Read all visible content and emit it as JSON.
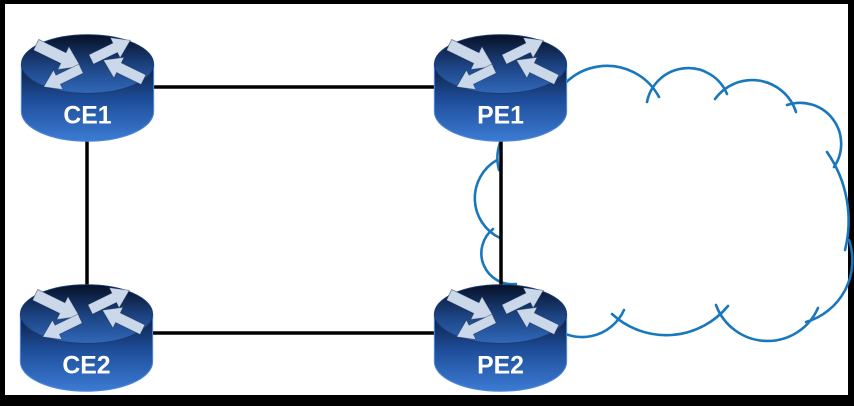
{
  "diagram": {
    "nodes": [
      {
        "id": "ce1",
        "label": "CE1"
      },
      {
        "id": "pe1",
        "label": "PE1"
      },
      {
        "id": "ce2",
        "label": "CE2"
      },
      {
        "id": "pe2",
        "label": "PE2"
      }
    ],
    "links": [
      {
        "from": "CE1",
        "to": "PE1"
      },
      {
        "from": "CE1",
        "to": "CE2"
      },
      {
        "from": "CE2",
        "to": "PE2"
      },
      {
        "from": "PE1",
        "to": "PE2"
      }
    ],
    "cloud": {
      "stroke_color": "#1877BD"
    },
    "colors": {
      "frame": "#000000",
      "canvas": "#FFFFFF",
      "link": "#000000",
      "router_label": "#FFFFFF",
      "router_arrow": "#CBD8EA"
    }
  }
}
